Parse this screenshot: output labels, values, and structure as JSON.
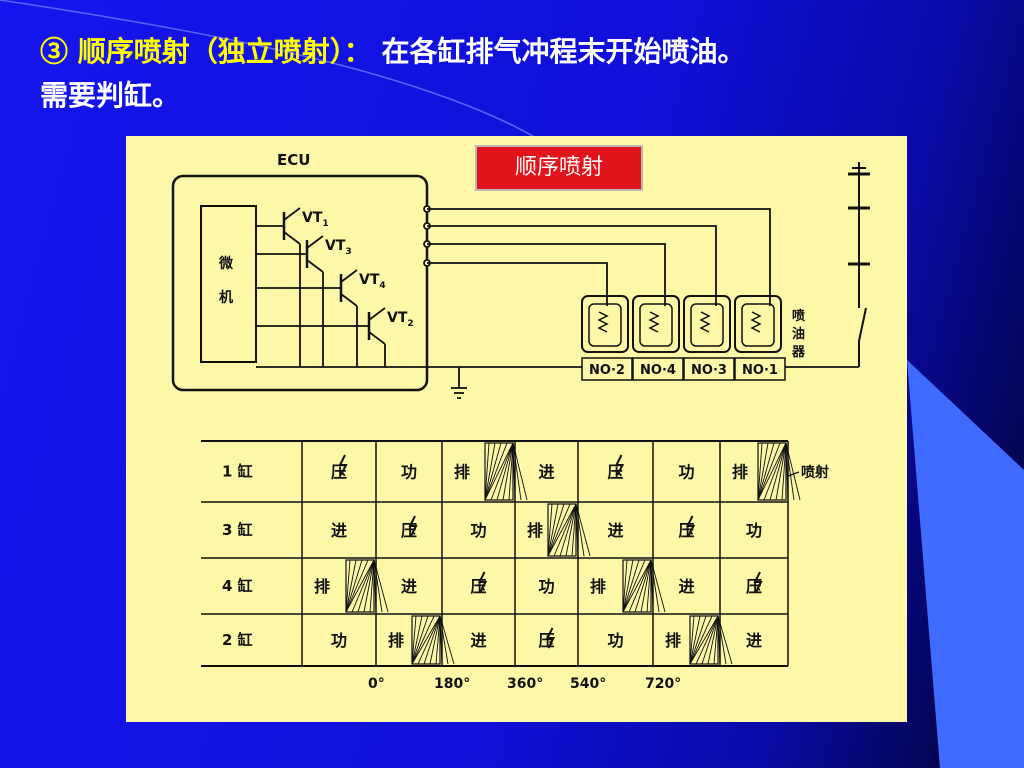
{
  "slide": {
    "title_marker": "③",
    "title_highlight": "顺序喷射（独立喷射）：",
    "title_rest": "在各缸排气冲程末开始喷油。",
    "title_line2": "需要判缸。"
  },
  "diagram": {
    "banner": "顺序喷射",
    "ecu_label": "ECU",
    "micro_char1": "微",
    "micro_char2": "机",
    "transistors": [
      {
        "label": "VT",
        "sub": "1"
      },
      {
        "label": "VT",
        "sub": "3"
      },
      {
        "label": "VT",
        "sub": "4"
      },
      {
        "label": "VT",
        "sub": "2"
      }
    ],
    "injectors": [
      "NO·2",
      "NO·4",
      "NO·3",
      "NO·1"
    ],
    "injector_label_chars": [
      "喷",
      "油",
      "器"
    ],
    "inject_label": "喷射",
    "degrees": [
      "0°",
      "180°",
      "360°",
      "540°",
      "720°"
    ],
    "cylinders": [
      {
        "name": "1 缸",
        "strokes": [
          "压",
          "功",
          "排",
          "进",
          "压",
          "功",
          "排"
        ]
      },
      {
        "name": "3 缸",
        "strokes": [
          "进",
          "压",
          "功",
          "排",
          "进",
          "压",
          "功"
        ]
      },
      {
        "name": "4 缸",
        "strokes": [
          "排",
          "进",
          "压",
          "功",
          "排",
          "进",
          "压"
        ]
      },
      {
        "name": "2 缸",
        "strokes": [
          "功",
          "排",
          "进",
          "压",
          "功",
          "排",
          "进"
        ]
      }
    ]
  },
  "colors": {
    "panel_bg": "#fdf7a8",
    "banner_bg": "#e2141b",
    "title_highlight": "#ffff00"
  }
}
